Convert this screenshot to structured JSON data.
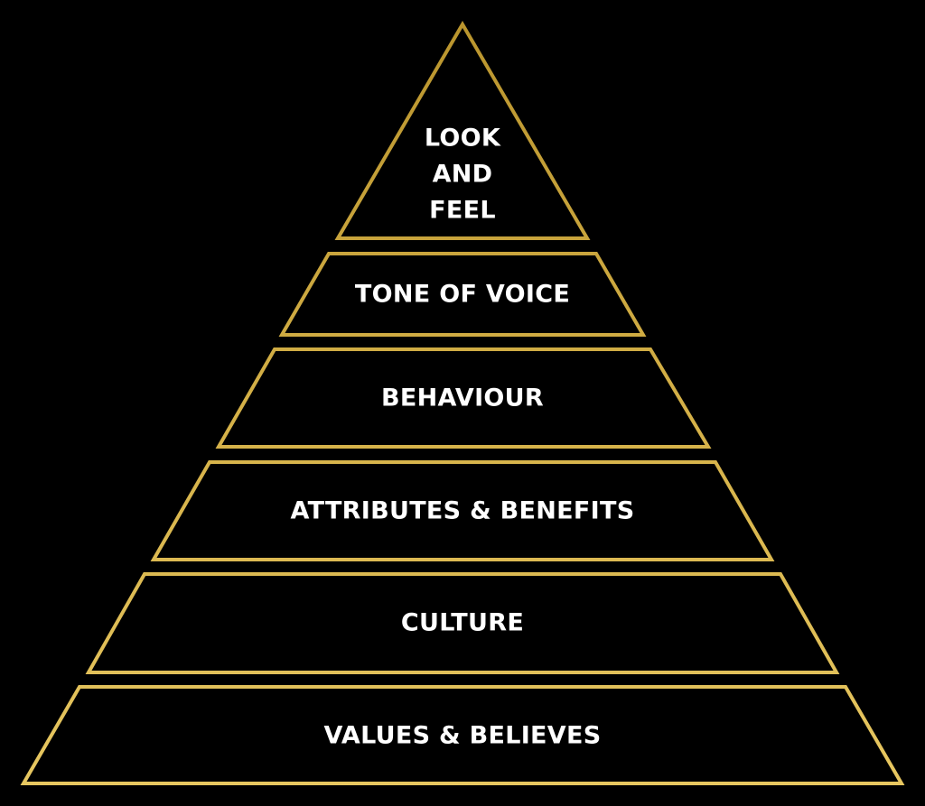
{
  "diagram": {
    "type": "pyramid",
    "colors": {
      "background": "#000000",
      "outline_top": "#B8932C",
      "outline_mid": "#D4B047",
      "outline_bottom": "#E8C862",
      "label": "#FFFFFF"
    },
    "tiers": [
      {
        "label_lines": [
          "LOOK",
          "AND",
          "FEEL"
        ]
      },
      {
        "label": "TONE OF VOICE"
      },
      {
        "label": "BEHAVIOUR"
      },
      {
        "label": "ATTRIBUTES & BENEFITS"
      },
      {
        "label": "CULTURE"
      },
      {
        "label": "VALUES & BELIEVES"
      }
    ]
  }
}
